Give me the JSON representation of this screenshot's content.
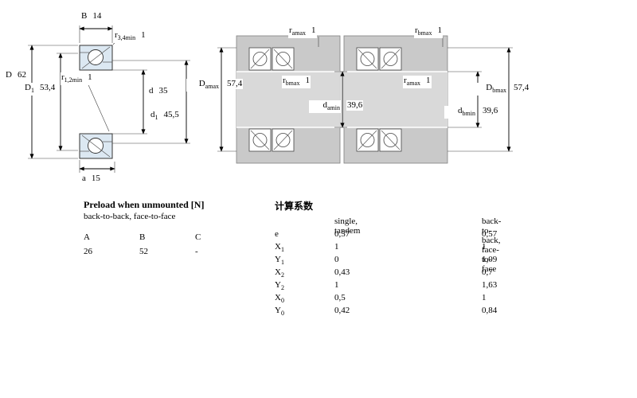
{
  "colors": {
    "bearing_fill": "#dce8f2",
    "housing_grey": "#c9c9c9",
    "shaft_grey": "#d9d9d9"
  },
  "bearing": {
    "B": {
      "sym": "B",
      "sub": "",
      "val": "14"
    },
    "r34": {
      "sym": "r",
      "sub": "3,4min",
      "val": "1"
    },
    "D": {
      "sym": "D",
      "sub": "",
      "val": "62"
    },
    "D1": {
      "sym": "D",
      "sub": "1",
      "val": "53,4"
    },
    "r12": {
      "sym": "r",
      "sub": "1,2min",
      "val": "1"
    },
    "d": {
      "sym": "d",
      "sub": "",
      "val": "35"
    },
    "d1": {
      "sym": "d",
      "sub": "1",
      "val": "45,5"
    },
    "a": {
      "sym": "a",
      "sub": "",
      "val": "15"
    }
  },
  "mount_left": {
    "ra_top": {
      "sym": "r",
      "sub": "amax",
      "val": "1"
    },
    "Da": {
      "sym": "D",
      "sub": "amax",
      "val": "57,4"
    },
    "rb_mid": {
      "sym": "r",
      "sub": "bmax",
      "val": "1"
    },
    "da": {
      "sym": "d",
      "sub": "amin",
      "val": "39,6"
    }
  },
  "mount_right": {
    "rb_top": {
      "sym": "r",
      "sub": "bmax",
      "val": "1"
    },
    "ra_mid": {
      "sym": "r",
      "sub": "amax",
      "val": "1"
    },
    "Db": {
      "sym": "D",
      "sub": "bmax",
      "val": "57,4"
    },
    "db": {
      "sym": "d",
      "sub": "bmin",
      "val": "39,6"
    }
  },
  "preload_table": {
    "title": "Preload when unmounted [N]",
    "subtitle": "back-to-back, face-to-face",
    "headers": [
      "A",
      "B",
      "C"
    ],
    "values": [
      "26",
      "52",
      "-"
    ]
  },
  "factors_table": {
    "title": "计算系数",
    "col1_header": "single, tandem",
    "col2_header": "back-to-back, face-to-face",
    "rows": [
      {
        "sym": "e",
        "sub": "",
        "v1": "0,57",
        "v2": "0,57"
      },
      {
        "sym": "X",
        "sub": "1",
        "v1": "1",
        "v2": "1"
      },
      {
        "sym": "Y",
        "sub": "1",
        "v1": "0",
        "v2": "1,09"
      },
      {
        "sym": "X",
        "sub": "2",
        "v1": "0,43",
        "v2": "0,7"
      },
      {
        "sym": "Y",
        "sub": "2",
        "v1": "1",
        "v2": "1,63"
      },
      {
        "sym": "X",
        "sub": "0",
        "v1": "0,5",
        "v2": "1"
      },
      {
        "sym": "Y",
        "sub": "0",
        "v1": "0,42",
        "v2": "0,84"
      }
    ]
  }
}
